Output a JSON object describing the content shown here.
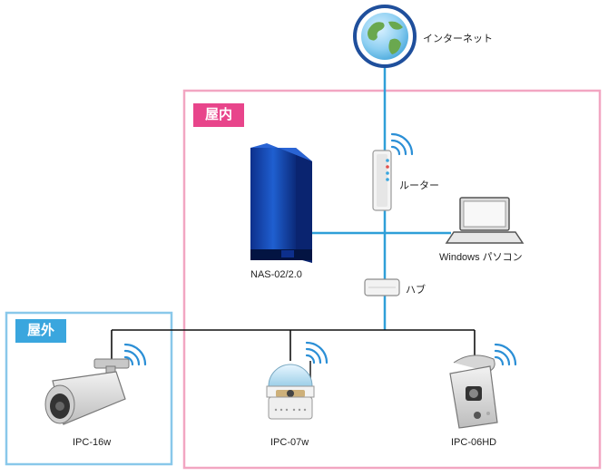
{
  "internet": {
    "label": "インターネット"
  },
  "zones": {
    "indoor": {
      "label": "屋内",
      "color": "#f2a6c2",
      "tag_color": "#e8458b"
    },
    "outdoor": {
      "label": "屋外",
      "color": "#89c8ea",
      "tag_color": "#3aa6de"
    }
  },
  "devices": {
    "router": {
      "label": "ルーター"
    },
    "nas": {
      "label": "NAS-02/2.0"
    },
    "pc": {
      "label": "Windows パソコン"
    },
    "hub": {
      "label": "ハブ"
    },
    "cam_ipc16w": {
      "label": "IPC-16w"
    },
    "cam_ipc07w": {
      "label": "IPC-07w"
    },
    "cam_ipc06hd": {
      "label": "IPC-06HD"
    }
  },
  "colors": {
    "network_line": "#2f9fd8",
    "camera_line": "#111111",
    "wifi": "#2b8fd6"
  }
}
